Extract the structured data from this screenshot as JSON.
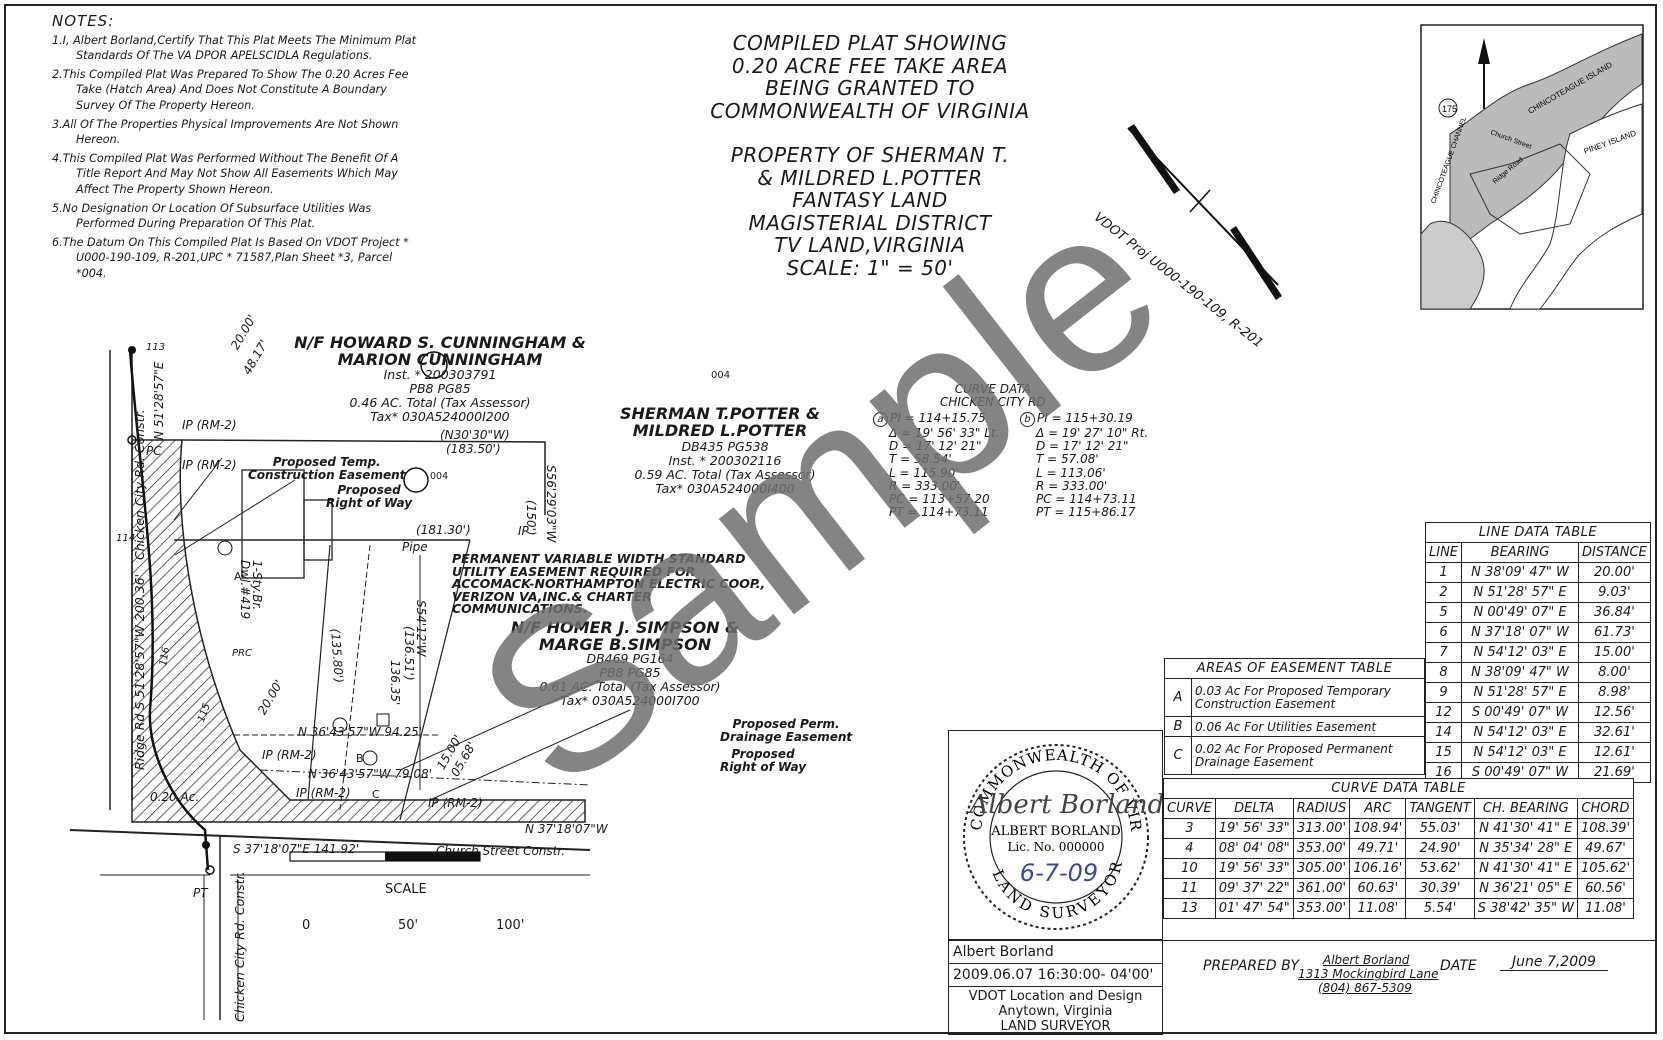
{
  "notes": {
    "heading": "NOTES:",
    "items": [
      "1.I, Albert Borland,Certify That This Plat Meets The Minimum Plat Standards Of The VA DPOR APELSCIDLA Regulations.",
      "2.This Compiled Plat Was Prepared To Show The 0.20 Acres Fee Take (Hatch Area) And Does Not Constitute A Boundary Survey Of The Property Hereon.",
      "3.All Of The Properties Physical Improvements Are Not Shown Hereon.",
      "4.This Compiled Plat Was Performed Without The Benefit Of A Title Report And May Not Show All Easements Which May Affect The Property Shown Hereon.",
      "5.No Designation Or Location Of Subsurface Utilities Was Performed During Preparation Of This Plat.",
      "6.The Datum On This Compiled Plat Is Based On VDOT Project * U000-190-109, R-201,UPC * 71587,Plan Sheet *3, Parcel *004."
    ]
  },
  "title": {
    "lines1": [
      "COMPILED PLAT SHOWING",
      "0.20 ACRE FEE TAKE AREA",
      "BEING GRANTED TO",
      "COMMONWEALTH OF VIRGINIA"
    ],
    "lines2": [
      "PROPERTY OF SHERMAN T.",
      "& MILDRED L.POTTER",
      "FANTASY LAND",
      "MAGISTERIAL DISTRICT",
      "TV LAND,VIRGINIA",
      "SCALE: 1\" = 50'"
    ]
  },
  "vdot_label": "VDOT Proj U000-190-109, R-201",
  "map": {
    "labels": {
      "cunningham_name1": "N/F HOWARD S. CUNNINGHAM &",
      "cunningham_name2": "MARION CUNNINGHAM",
      "cunningham_inst": "Inst. * 200303791",
      "cunningham_pb": "PB8 PG85",
      "cunningham_ac": "0.46 AC. Total (Tax Assessor)",
      "cunningham_tax": "Tax* 030A524000I200",
      "potter_name1": "SHERMAN T.POTTER &",
      "potter_name2": "MILDRED L.POTTER",
      "potter_db": "DB435 PG538",
      "potter_inst": "Inst. * 200302116",
      "potter_ac": "0.59 AC. Total (Tax Assessor)",
      "potter_tax": "Tax* 030A524000I400",
      "parcel_004": "004",
      "simpson_name1": "N/F HOMER J. SIMPSON &",
      "simpson_name2": "MARGE B.SIMPSON",
      "simpson_db": "DB469 PG164",
      "simpson_pb": "PB8 PG85",
      "simpson_ac": "0.61 AC. Total (Tax Assessor)",
      "simpson_tax": "Tax* 030A524000I700",
      "utility_easement": [
        "PERMANENT VARIABLE WIDTH STANDARD",
        "UTILITY EASEMENT REQUIRED FOR",
        "ACCOMACK-NORTHAMPTON ELECTRIC COOP.,",
        "VERIZON VA,INC.& CHARTER",
        "COMMUNICATIONS."
      ],
      "temp_easement": [
        "Proposed Temp.",
        "Construction Easement"
      ],
      "row_top": [
        "Proposed",
        "Right of Way"
      ],
      "perm_drainage": [
        "Proposed Perm.",
        "Drainage Easement"
      ],
      "row_bottom": [
        "Proposed",
        "Right of Way"
      ],
      "dwelling": [
        "1-Sty.Br.",
        "Dwl.#419"
      ],
      "pipe": "Pipe",
      "n3030w": "(N30'30\"W)",
      "d18350": "(183.50')",
      "d18130": "(181.30')",
      "d150": "(150')",
      "s5629": "S56'29'03\"W",
      "s5412": "S54'12'W",
      "d13651": "(136.51')",
      "d13635": "136.35'",
      "d13580": "(135.80')",
      "n3643_1": "N 36'43'57\"W 94.25'",
      "n3643_2": "N 36'43'57\"W 79.08'",
      "n3718": "N 37'18'07\"W",
      "s3718": "S 37'18'07\"E 141.92'",
      "church_st": "Church Street Constr.",
      "ridge_rd": "Ridge Rd S 51'28'57\"W 200.36'",
      "chicken_top": "Chicken City Rd. Constr.",
      "chicken_bottom": "Chicken City Rd. Constr.",
      "n5128": "N 51'28'57\"E",
      "ac020": "0.20 Ac.",
      "d2000a": "20.00'",
      "d2000b": "20.00'",
      "d1500": "15.00'",
      "d0568": "05.68'",
      "d4817": "48.17'",
      "pc": "PC",
      "pt": "PT",
      "prc": "PRC",
      "ip_rm2_1": "IP (RM-2)",
      "ip_rm2_2": "IP (RM-2)",
      "ip_rm2_3": "IP (RM-2)",
      "ip_rm2_4": "IP (RM-2)",
      "ip_rm2_5": "IP (RM-2)",
      "ip": "IP",
      "n113": "113",
      "n114": "114",
      "n115": "115",
      "n116": "116",
      "area_a": "A",
      "area_b": "B",
      "area_c": "C",
      "scale_label": "SCALE",
      "scale_0": "0",
      "scale_50": "50'",
      "scale_100": "100'",
      "curve_data_title": [
        "CURVE DATA",
        "CHICKEN CITY RD"
      ],
      "curve_a": [
        "PI = 114+15.75",
        "Δ = 19' 56' 33\" Lt.",
        "D = 17' 12' 21\"",
        "T = 58.54'",
        "L = 115.90'",
        "R = 333.00'",
        "PC = 113+57.20",
        "PT = 114+73.11"
      ],
      "curve_b": [
        "PI = 115+30.19",
        "Δ = 19' 27' 10\" Rt.",
        "D = 17' 12' 21\"",
        "T = 57.08'",
        "L = 113.06'",
        "R = 333.00'",
        "PC = 114+73.11",
        "PT = 115+86.17"
      ],
      "curve_a_tag": "a",
      "curve_b_tag": "b"
    }
  },
  "inset": {
    "labels": [
      "CHINCOTEAGUE ISLAND",
      "PINEY ISLAND",
      "CHINCOTEAGUE CHANNEL",
      "Church Street",
      "Ridge Road",
      "175"
    ]
  },
  "line_table": {
    "caption": "LINE DATA TABLE",
    "headers": [
      "LINE",
      "BEARING",
      "DISTANCE"
    ],
    "rows": [
      [
        "1",
        "N 38'09' 47\" W",
        "20.00'"
      ],
      [
        "2",
        "N 51'28' 57\" E",
        "9.03'"
      ],
      [
        "5",
        "N 00'49' 07\" E",
        "36.84'"
      ],
      [
        "6",
        "N 37'18' 07\" W",
        "61.73'"
      ],
      [
        "7",
        "N 54'12' 03\" E",
        "15.00'"
      ],
      [
        "8",
        "N 38'09' 47\" W",
        "8.00'"
      ],
      [
        "9",
        "N 51'28' 57\" E",
        "8.98'"
      ],
      [
        "12",
        "S 00'49' 07\" W",
        "12.56'"
      ],
      [
        "14",
        "N 54'12' 03\" E",
        "32.61'"
      ],
      [
        "15",
        "N 54'12' 03\" E",
        "12.61'"
      ],
      [
        "16",
        "S 00'49' 07\" W",
        "21.69'"
      ]
    ]
  },
  "areas_table": {
    "caption": "AREAS OF EASEMENT TABLE",
    "rows": [
      [
        "A",
        "0.03 Ac For Proposed Temporary Construction Easement"
      ],
      [
        "B",
        "0.06 Ac For Utilities Easement"
      ],
      [
        "C",
        "0.02 Ac For Proposed Permanent Drainage Easement"
      ]
    ]
  },
  "curve_table": {
    "caption": "CURVE DATA TABLE",
    "headers": [
      "CURVE",
      "DELTA",
      "RADIUS",
      "ARC",
      "TANGENT",
      "CH. BEARING",
      "CHORD"
    ],
    "rows": [
      [
        "3",
        "19' 56' 33\"",
        "313.00'",
        "108.94'",
        "55.03'",
        "N 41'30' 41\" E",
        "108.39'"
      ],
      [
        "4",
        "08' 04' 08\"",
        "353.00'",
        "49.71'",
        "24.90'",
        "N 35'34' 28\" E",
        "49.67'"
      ],
      [
        "10",
        "19' 56' 33\"",
        "305.00'",
        "106.16'",
        "53.62'",
        "N 41'30' 41\" E",
        "105.62'"
      ],
      [
        "11",
        "09' 37' 22\"",
        "361.00'",
        "60.63'",
        "30.39'",
        "N 36'21' 05\" E",
        "60.56'"
      ],
      [
        "13",
        "01' 47' 54\"",
        "353.00'",
        "11.08'",
        "5.54'",
        "S 38'42' 35\" W",
        "11.08'"
      ]
    ]
  },
  "seal": {
    "top_text": "COMMONWEALTH OF VIRGINIA",
    "bottom_text": "LAND SURVEYOR",
    "name": "ALBERT BORLAND",
    "lic": "Lic. No. 000000",
    "signature": "Albert Borland",
    "date_hand": "6-7-09"
  },
  "signature_block": {
    "name": "Albert Borland",
    "timestamp": "2009.06.07 16:30:00- 04'00'",
    "org": "VDOT Location and Design",
    "city": "Anytown, Virginia",
    "role": "LAND SURVEYOR"
  },
  "prepared": {
    "label": "PREPARED BY",
    "name": "Albert Borland",
    "address": "1313 Mockingbird Lane",
    "phone": "(804) 867-5309",
    "date_label": "DATE",
    "date": "June 7,2009"
  },
  "watermark": "Sample"
}
